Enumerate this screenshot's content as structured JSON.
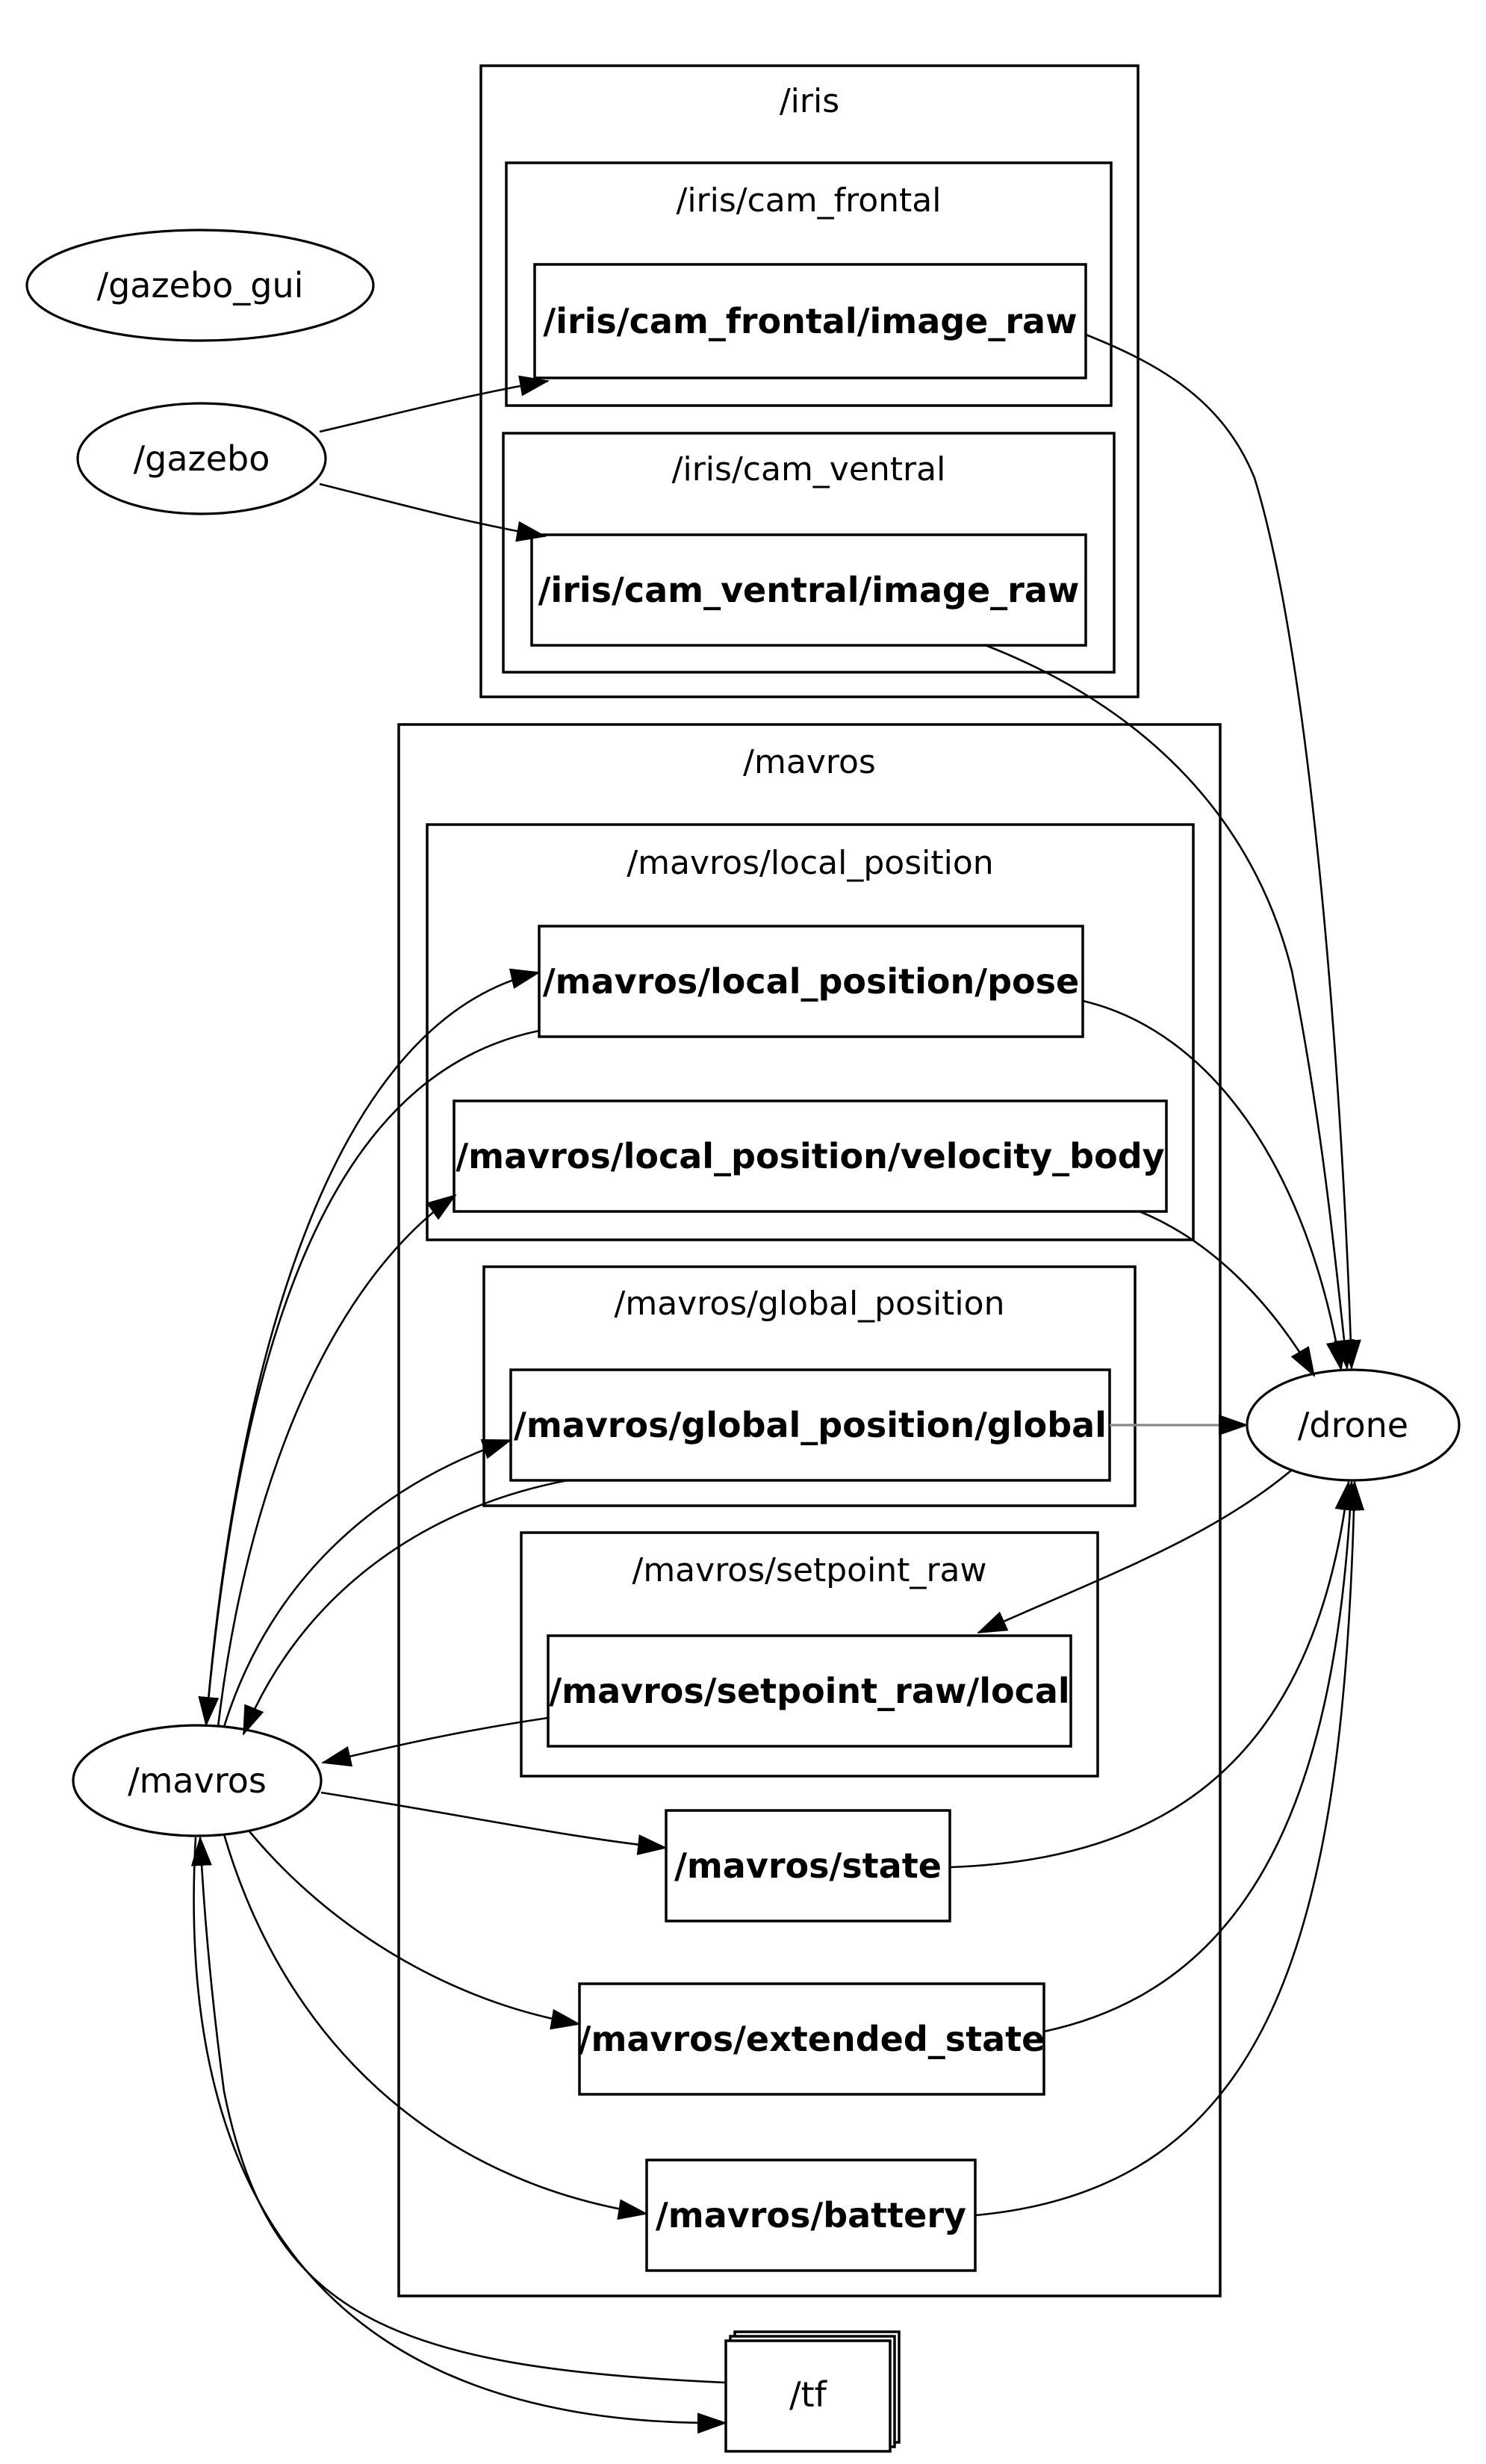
{
  "clusters": {
    "iris": "/iris",
    "iris_cam_frontal": "/iris/cam_frontal",
    "iris_cam_ventral": "/iris/cam_ventral",
    "mavros": "/mavros",
    "mavros_local_position": "/mavros/local_position",
    "mavros_global_position": "/mavros/global_position",
    "mavros_setpoint_raw": "/mavros/setpoint_raw"
  },
  "topics": {
    "cam_frontal_image_raw": "/iris/cam_frontal/image_raw",
    "cam_ventral_image_raw": "/iris/cam_ventral/image_raw",
    "local_position_pose": "/mavros/local_position/pose",
    "local_position_velocity_body": "/mavros/local_position/velocity_body",
    "global_position_global": "/mavros/global_position/global",
    "setpoint_raw_local": "/mavros/setpoint_raw/local",
    "state": "/mavros/state",
    "extended_state": "/mavros/extended_state",
    "battery": "/mavros/battery",
    "tf": "/tf"
  },
  "nodes": {
    "gazebo_gui": "/gazebo_gui",
    "gazebo": "/gazebo",
    "drone": "/drone",
    "mavros": "/mavros"
  },
  "colors": {
    "stroke": "#000000",
    "highlight_edge": "#888888",
    "background": "#ffffff"
  }
}
